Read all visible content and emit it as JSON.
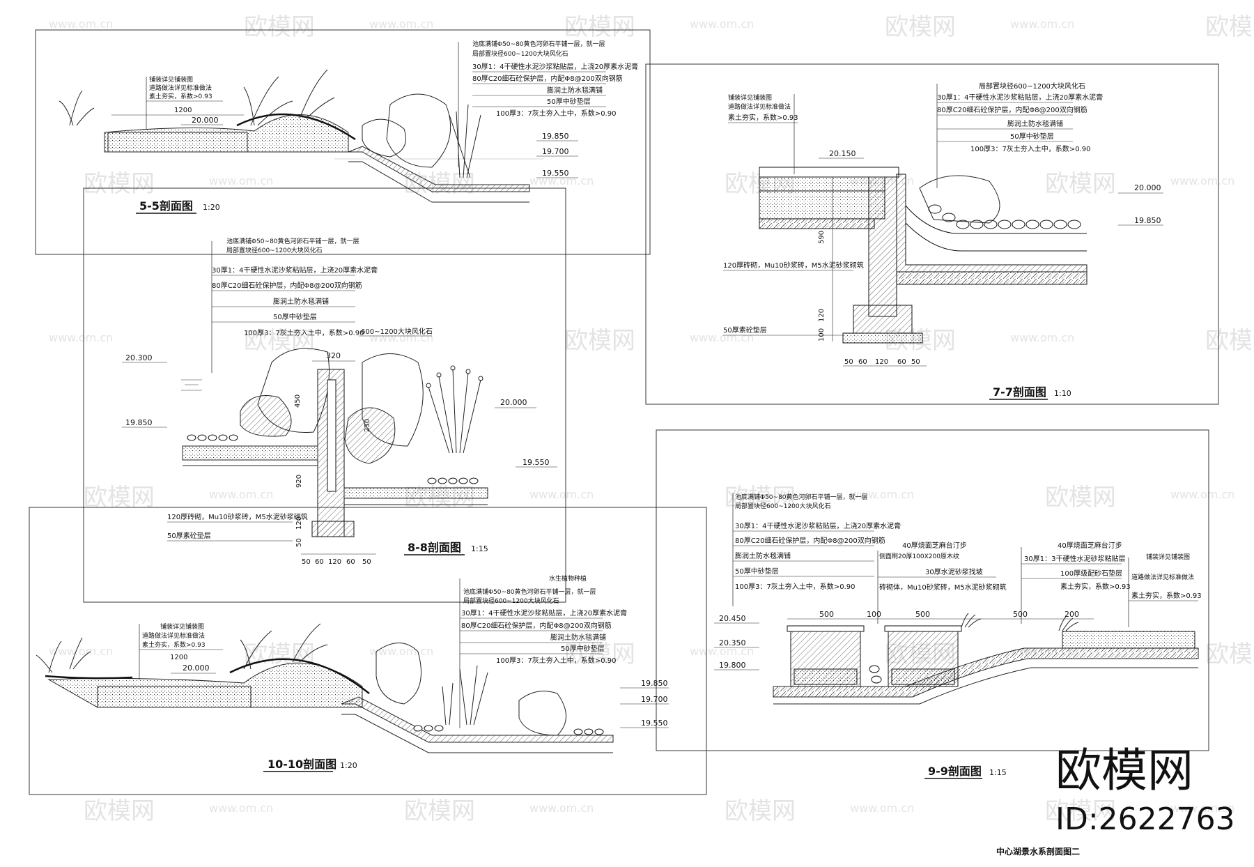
{
  "sheet": {
    "title": "中心湖景水系剖面图二",
    "brand": "欧模网",
    "brand_id": "ID:2622763",
    "watermark_brand": "欧模网",
    "watermark_url": "www.om.cn",
    "watermark_url_short": "om.cn"
  },
  "sections": [
    {
      "id": "5-5",
      "title": "5-5剖面图",
      "scale": "1:20",
      "callouts": [
        "铺装详见铺装图",
        "道路做法详见标准做法",
        "素土夯实，系数>0.93"
      ],
      "notes": [
        "池底满铺Φ50~80黄色河卵石平铺一层，就一层",
        "局部置块径600~1200大块风化石",
        "30厚1：4干硬性水泥沙浆粘贴层，上浇20厚素水泥膏",
        "80厚C20细石砼保护层，内配Φ8@200双向钢筋",
        "膨润土防水毯满铺",
        "50厚中砂垫层",
        "100厚3：7灰土夯入土中，系数>0.90"
      ],
      "dimensions": [
        "1200"
      ],
      "elevations": [
        "20.000",
        "19.850",
        "19.700",
        "19.550"
      ]
    },
    {
      "id": "7-7",
      "title": "7-7剖面图",
      "scale": "1:10",
      "callouts": [
        "铺装详见铺装图",
        "道路做法详见标准做法",
        "素土夯实，系数>0.93"
      ],
      "notes": [
        "局部置块径600~1200大块风化石",
        "30厚1：4干硬性水泥沙浆粘贴层，上浇20厚素水泥膏",
        "80厚C20细石砼保护层，内配Φ8@200双向钢筋",
        "膨润土防水毯满铺",
        "50厚中砂垫层",
        "100厚3：7灰土夯入土中，系数>0.90"
      ],
      "wall_note": "120厚砖砌，Mu10砂浆砖，M5水泥砂浆砌筑",
      "base_note": "50厚素砼垫层",
      "dimensions": [
        "590",
        "120",
        "100",
        "50",
        "60",
        "120",
        "60",
        "50"
      ],
      "elevations": [
        "20.150",
        "20.000",
        "19.850"
      ]
    },
    {
      "id": "8-8",
      "title": "8-8剖面图",
      "scale": "1:15",
      "notes": [
        "池底满铺Φ50~80黄色河卵石平铺一层，就一层",
        "局部置块径600~1200大块风化石",
        "30厚1：4干硬性水泥沙浆粘贴层，上浇20厚素水泥膏",
        "80厚C20细石砼保护层，内配Φ8@200双向钢筋",
        "膨润土防水毯满铺",
        "50厚中砂垫层",
        "100厚3：7灰土夯入土中，系数>0.90"
      ],
      "stone_note": "600~1200大块风化石",
      "wall_note": "120厚砖砌，Mu10砂浆砖，M5水泥砂浆砌筑",
      "base_note": "50厚素砼垫层",
      "dimensions": [
        "320",
        "450",
        "250",
        "920",
        "120",
        "50",
        "60",
        "120",
        "60",
        "50"
      ],
      "elevations": [
        "20.300",
        "19.850",
        "20.000",
        "19.550"
      ]
    },
    {
      "id": "9-9",
      "title": "9-9剖面图",
      "scale": "1:15",
      "notes": [
        "池底满铺Φ50~80黄色河卵石平铺一层，就一层",
        "局部置块径600~1200大块风化石",
        "30厚1：4干硬性水泥沙浆粘贴层，上浇20厚素水泥膏",
        "80厚C20细石砼保护层，内配Φ8@200双向钢筋",
        "膨润土防水毯满铺",
        "50厚中砂垫层",
        "100厚3：7灰土夯入土中，系数>0.90"
      ],
      "step_notes": [
        "40厚烧面芝麻台汀步",
        "侧面刷20厚100X200原木纹",
        "30厚水泥砂浆找坡",
        "砖砌体，Mu10砂浆砖，M5水泥砂浆砌筑"
      ],
      "step_notes_2": [
        "40厚烧面芝麻台汀步",
        "30厚1：3干硬性水泥砂浆粘贴层",
        "100厚级配砂石垫层",
        "素土夯实，系数>0.93"
      ],
      "callouts": [
        "铺装详见铺装图",
        "道路做法详见标准做法",
        "素土夯实，系数>0.93"
      ],
      "dimensions": [
        "500",
        "100",
        "500",
        "500",
        "200"
      ],
      "elevations": [
        "20.450",
        "20.350",
        "19.800"
      ]
    },
    {
      "id": "10-10",
      "title": "10-10剖面图",
      "scale": "1:20",
      "callouts": [
        "铺装详见铺装图",
        "道路做法详见标准做法",
        "素土夯实，系数>0.93"
      ],
      "notes": [
        "水生植物种植",
        "池底满铺Φ50~80黄色河卵石平铺一层，就一层",
        "局部置块径600~1200大块风化石",
        "30厚1：4干硬性水泥沙浆粘贴层，上浇20厚素水泥膏",
        "80厚C20细石砼保护层，内配Φ8@200双向钢筋",
        "膨润土防水毯满铺",
        "50厚中砂垫层",
        "100厚3：7灰土夯入土中，系数>0.90"
      ],
      "dimensions": [
        "1200"
      ],
      "elevations": [
        "20.000",
        "19.850",
        "19.700",
        "19.550"
      ]
    }
  ]
}
